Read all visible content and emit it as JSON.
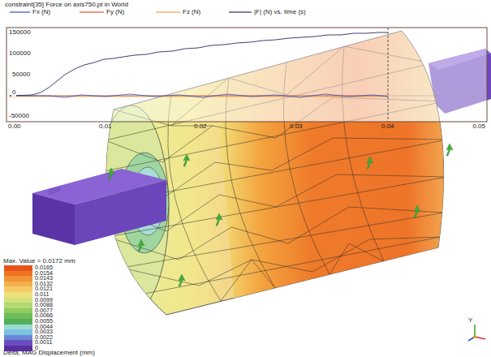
{
  "diagram": {
    "title": "constraint[35] Force on axis750.pt in World",
    "labels": [
      "150000",
      "100000",
      "50000",
      "0",
      "-50000",
      "0.00",
      "0.01",
      "0.02",
      "0.03",
      "0.04",
      "0.05",
      "Max. Value = 0.0172 mm",
      "Delta, MAG Displacement  (mm)",
      "Y"
    ],
    "legend": [
      {
        "text": "Fx (N)"
      },
      {
        "text": "Fy (N)"
      },
      {
        "text": "Fz (N)"
      },
      {
        "text": "|F| (N)  vs. time (s)"
      },
      {
        "text": "0.0165",
        "color": "#e8531c"
      },
      {
        "text": "0.0154",
        "color": "#ef7426"
      },
      {
        "text": "0.0143",
        "color": "#f29438"
      },
      {
        "text": "0.0132",
        "color": "#f4b04e"
      },
      {
        "text": "0.0121",
        "color": "#f4cb66"
      },
      {
        "text": "0.011",
        "color": "#ece07a"
      },
      {
        "text": "0.0099",
        "color": "#d2e27c"
      },
      {
        "text": "0.0088",
        "color": "#b2d973"
      },
      {
        "text": "0.0077",
        "color": "#90cb63"
      },
      {
        "text": "0.0066",
        "color": "#6fbd57"
      },
      {
        "text": "0.0055",
        "color": "#52ae58"
      },
      {
        "text": "0.0044",
        "color": "#9ddbd2"
      },
      {
        "text": "0.0033",
        "color": "#7cc2e2"
      },
      {
        "text": "0.0022",
        "color": "#6c86d6"
      },
      {
        "text": "0.0011",
        "color": "#6a4ec0"
      },
      {
        "text": "0",
        "color": "#5a2e9e"
      }
    ]
  }
}
